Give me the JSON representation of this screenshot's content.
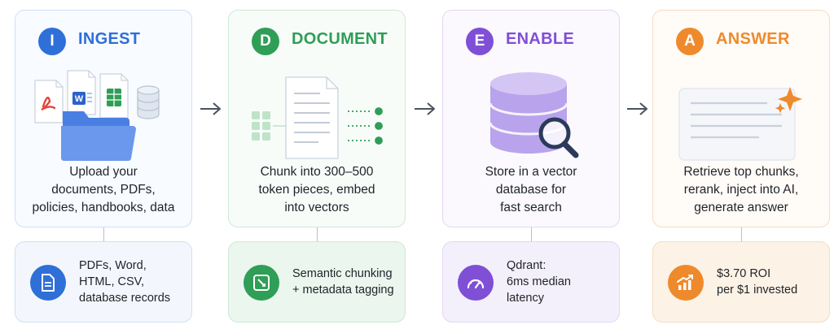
{
  "colors": {
    "ingest": "#2f6fd8",
    "document": "#2f9e57",
    "enable": "#7f4fd6",
    "answer": "#ef8a2c",
    "arrow": "#4a5260"
  },
  "stages": [
    {
      "letter": "I",
      "title": "INGEST",
      "description": [
        "Upload your",
        "documents, PDFs,",
        "policies, handbooks, data"
      ],
      "detail_icon": "document-icon",
      "detail": [
        "PDFs, Word,",
        "HTML, CSV,",
        "database records"
      ]
    },
    {
      "letter": "D",
      "title": "DOCUMENT",
      "description": [
        "Chunk into 300–500",
        "token pieces, embed",
        "into vectors"
      ],
      "detail_icon": "edit-icon",
      "detail": [
        "Semantic chunking",
        "+ metadata tagging"
      ]
    },
    {
      "letter": "E",
      "title": "ENABLE",
      "description": [
        "Store in a vector",
        "database for",
        "fast search"
      ],
      "detail_icon": "speedometer-icon",
      "detail": [
        "Qdrant:",
        "6ms median",
        "latency"
      ]
    },
    {
      "letter": "A",
      "title": "ANSWER",
      "description": [
        "Retrieve top chunks,",
        "rerank, inject into AI,",
        "generate answer"
      ],
      "detail_icon": "growth-chart-icon",
      "detail": [
        "$3.70 ROI",
        "per $1 invested"
      ]
    }
  ]
}
